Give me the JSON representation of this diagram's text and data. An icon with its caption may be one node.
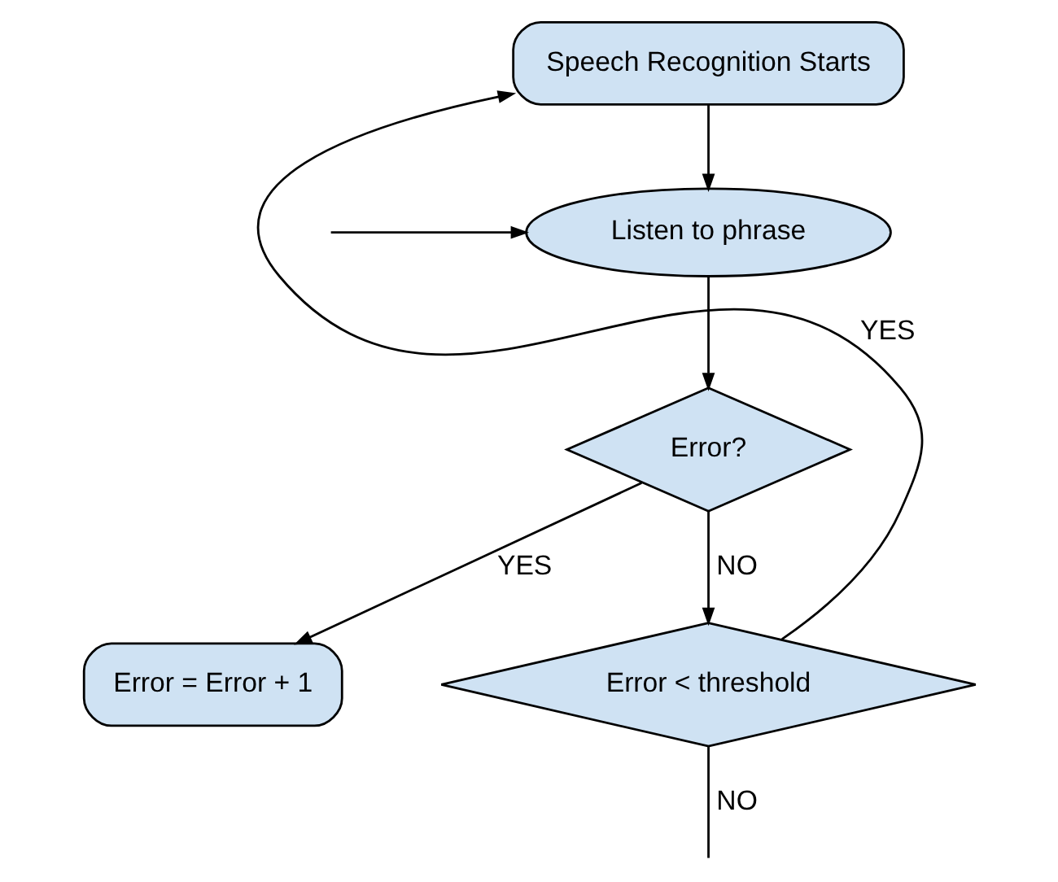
{
  "diagram": {
    "nodes": [
      {
        "text": [
          "Speech Recognition Starts"
        ]
      },
      {
        "text": [
          "Listen to phrase"
        ]
      },
      {
        "text": [
          "Error?"
        ]
      },
      {
        "text": [
          "Error = Error + 1"
        ]
      },
      {
        "text": [
          "Error < threshold"
        ]
      }
    ],
    "edges": [
      {
        "from": 0,
        "to": 1,
        "arrow": "to"
      },
      {
        "from": 1,
        "to": 2,
        "arrow": "to"
      },
      {
        "from": 2,
        "to": 3,
        "label": "YES",
        "arrow": "to"
      },
      {
        "from": 2,
        "to": 4,
        "label": "NO",
        "arrow": "to"
      },
      {
        "from": 4,
        "to": 0,
        "label": "YES",
        "arrow": "to"
      },
      {
        "from": 4,
        "to": null,
        "label": "NO",
        "arrow": "none"
      },
      {
        "from": null,
        "to": 1,
        "arrow": "to"
      }
    ]
  }
}
